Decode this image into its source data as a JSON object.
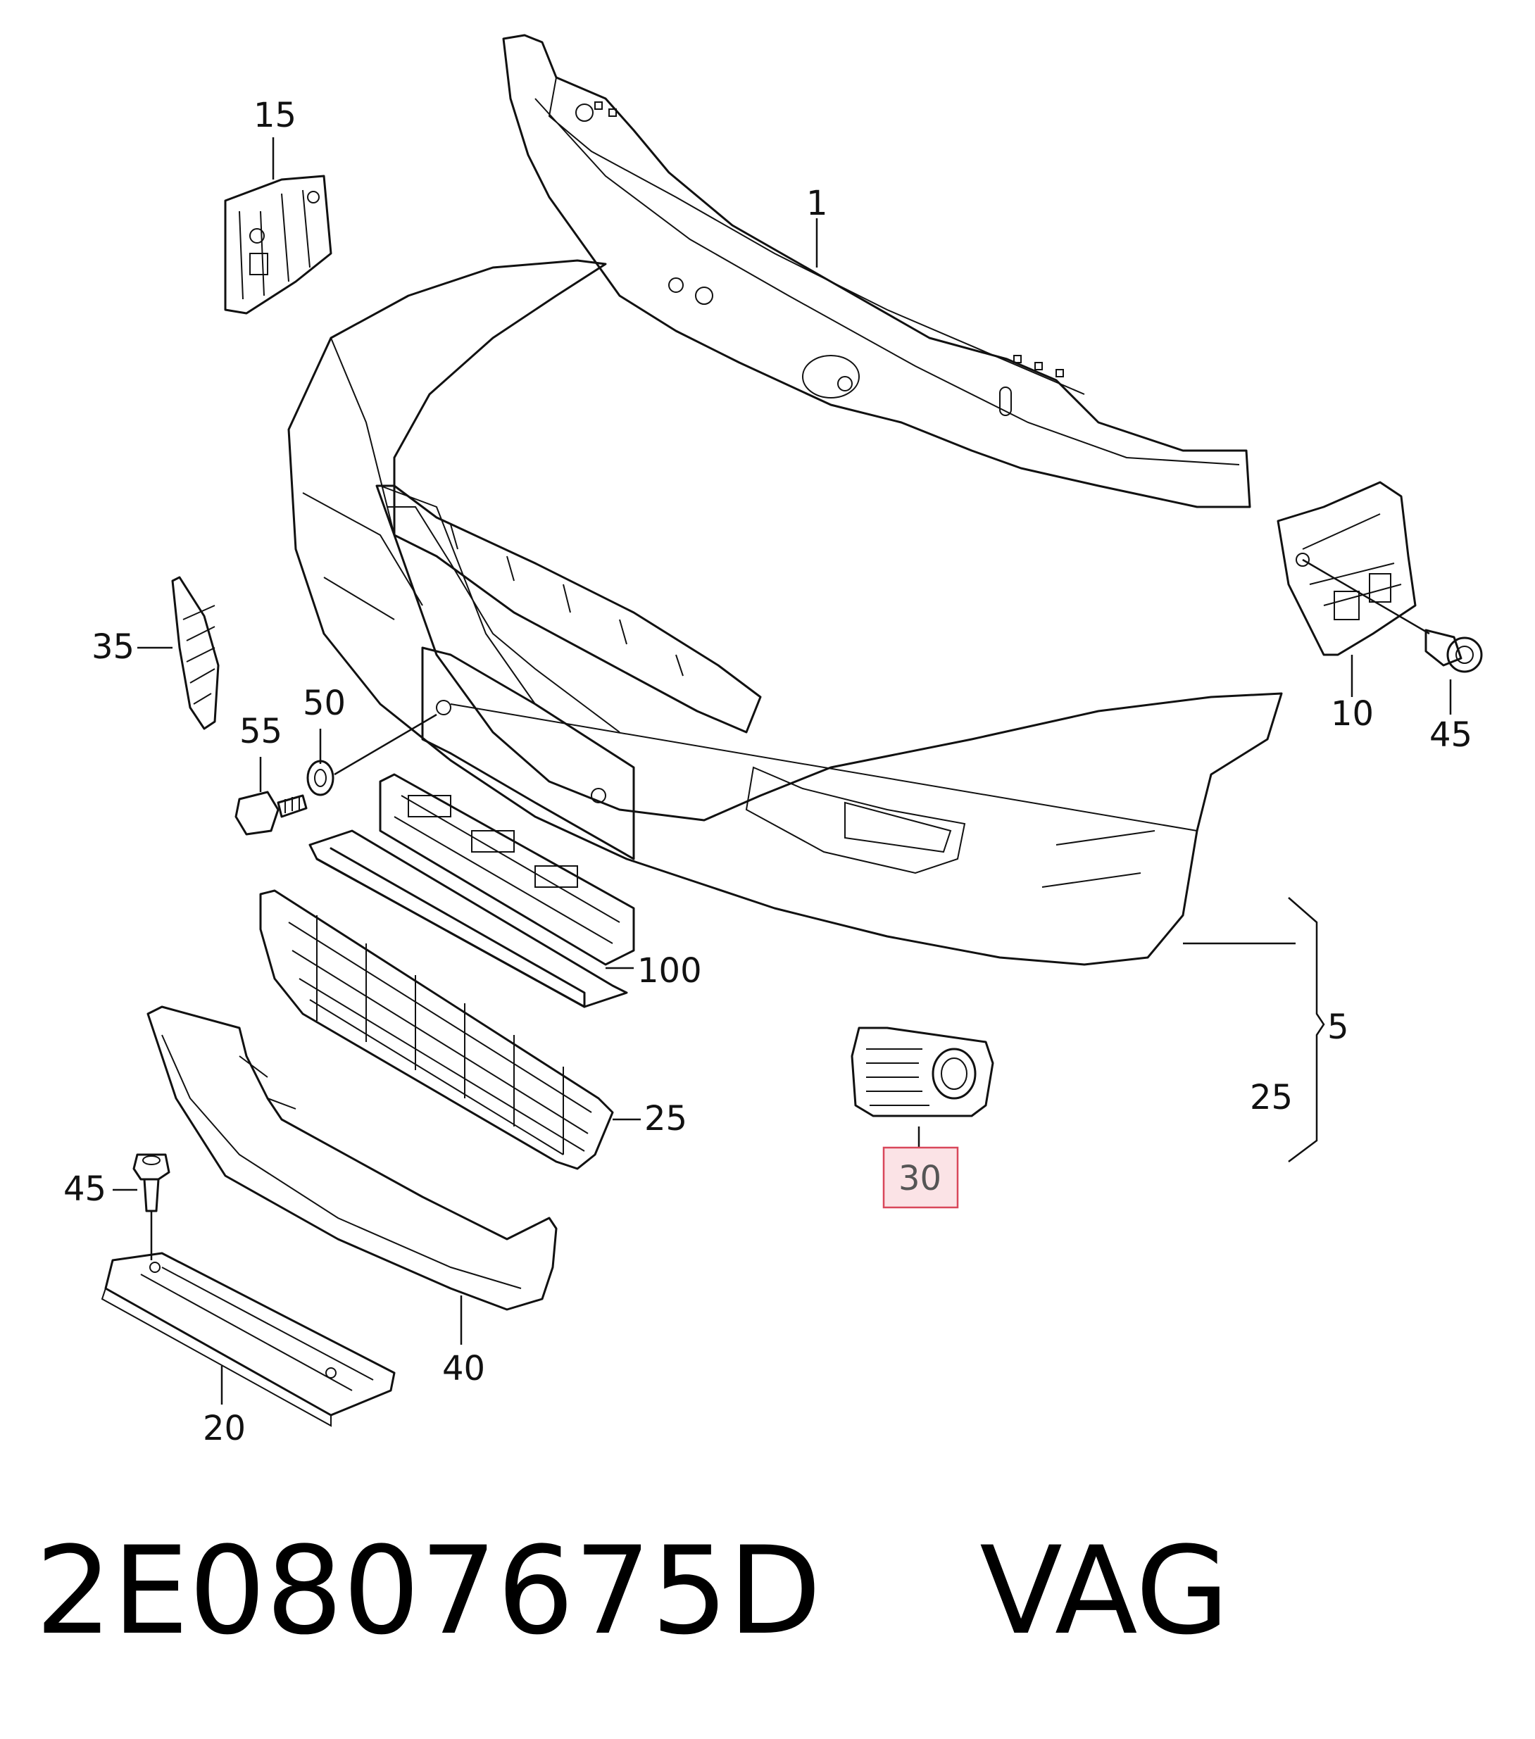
{
  "labels": {
    "l1": "1",
    "l15": "15",
    "l10": "10",
    "l45a": "45",
    "l35": "35",
    "l55": "55",
    "l50": "50",
    "l100": "100",
    "l5": "5",
    "l25a": "25",
    "l25b": "25",
    "l30": "30",
    "l45b": "45",
    "l40": "40",
    "l20": "20"
  },
  "highlight": {
    "part": "30",
    "color": "#d9475a"
  },
  "caption": {
    "part_number": "2E0807675D",
    "brand": "VAG"
  }
}
